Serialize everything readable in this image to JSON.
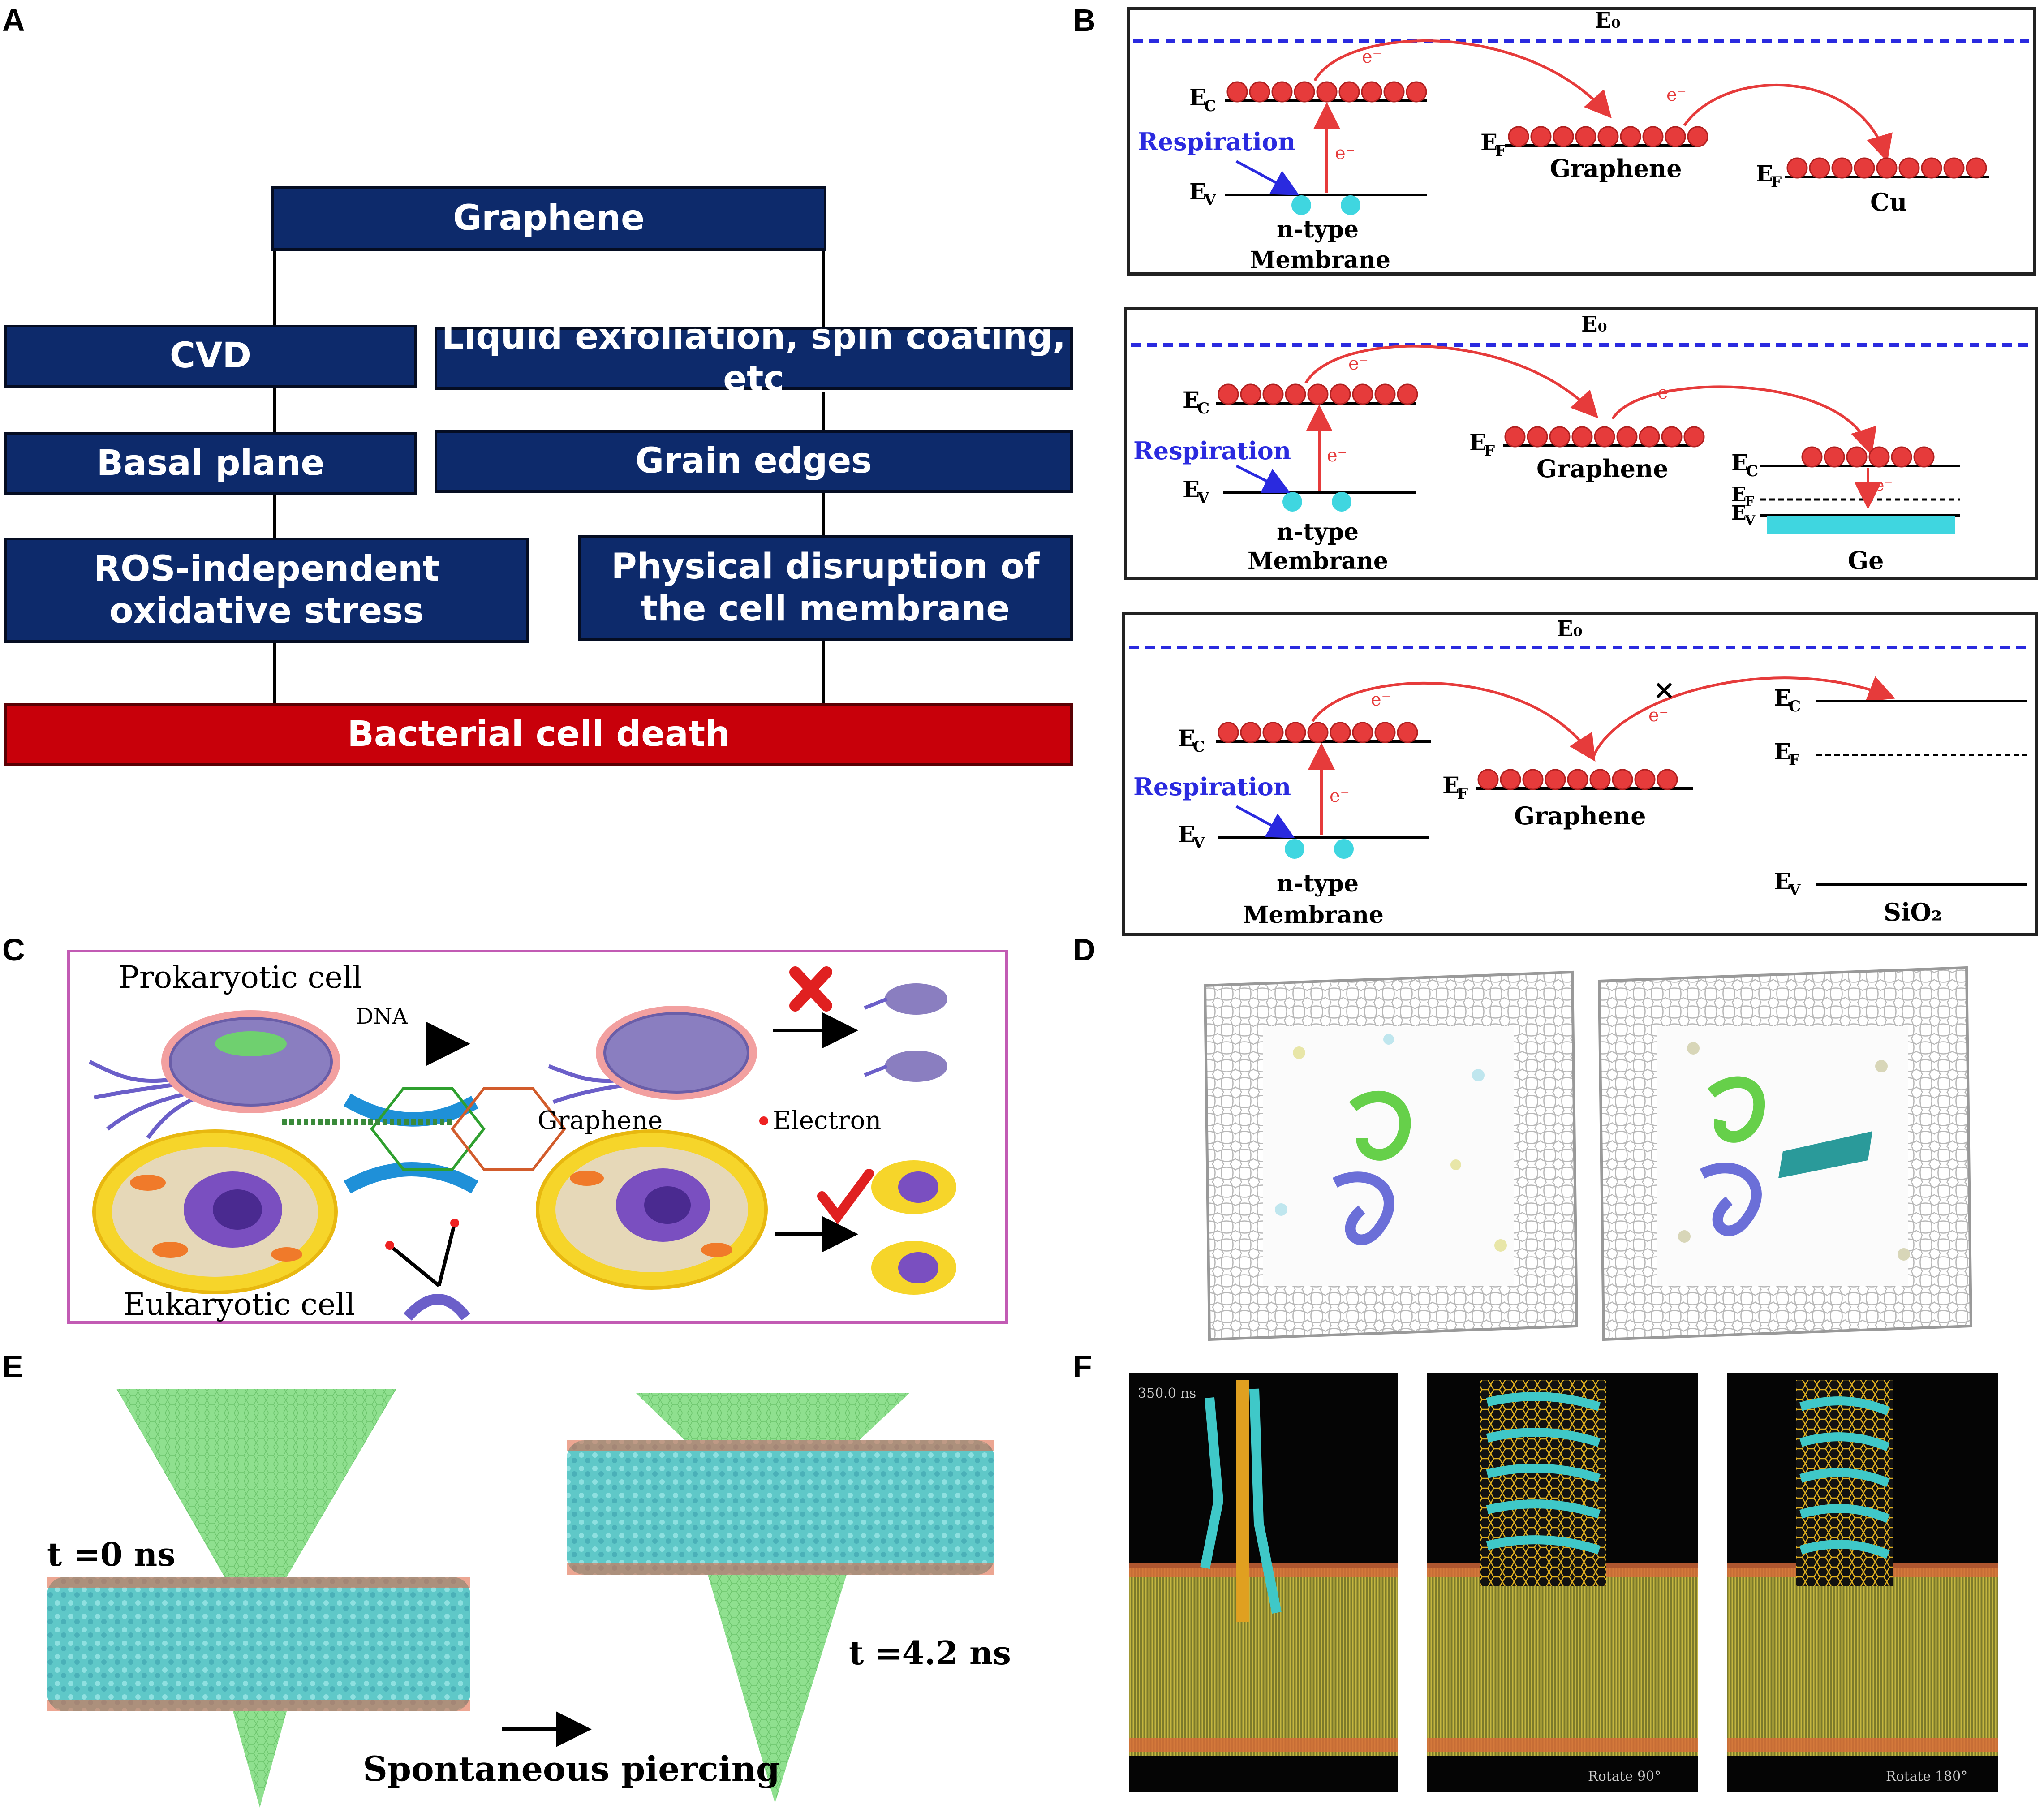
{
  "panels": {
    "A": "A",
    "B": "B",
    "C": "C",
    "D": "D",
    "E": "E",
    "F": "F"
  },
  "flow": {
    "graphene": "Graphene",
    "cvd": "CVD",
    "liquid": "Liquid exfoliation, spin coating, etc",
    "basal": "Basal plane",
    "grain": "Grain edges",
    "ros": "ROS-independent oxidative stress",
    "physical": "Physical disruption of the cell membrane",
    "death": "Bacterial cell death"
  },
  "energy": {
    "e0": "E₀",
    "ec": "E",
    "ec_sub": "C",
    "ev": "E",
    "ev_sub": "V",
    "ef": "E",
    "ef_sub": "F",
    "electron": "e⁻",
    "respiration": "Respiration",
    "ntype": "n-type",
    "membrane": "Membrane",
    "graphene": "Graphene",
    "cu": "Cu",
    "ge": "Ge",
    "sio2": "SiO₂",
    "cross": "×"
  },
  "cells": {
    "prokaryotic": "Prokaryotic cell",
    "dna": "DNA",
    "graphene": "Graphene",
    "electron": "Electron",
    "eukaryotic": "Eukaryotic cell"
  },
  "piercing": {
    "t0": "t =0 ns",
    "t1": "t =4.2 ns",
    "caption": "Spontaneous piercing"
  },
  "md": {
    "time": "350.0 ns",
    "rot90": "Rotate 90°",
    "rot180": "Rotate 180°"
  },
  "colors": {
    "box_blue": "#0d2a6b",
    "death_red": "#c8000a",
    "electron_red": "#e63b3b",
    "vacuum_blue": "#2a2adf",
    "hole_cyan": "#3fd6e0",
    "graphene_green": "#8fe08f",
    "lipid_yellow": "#b8a83a"
  }
}
